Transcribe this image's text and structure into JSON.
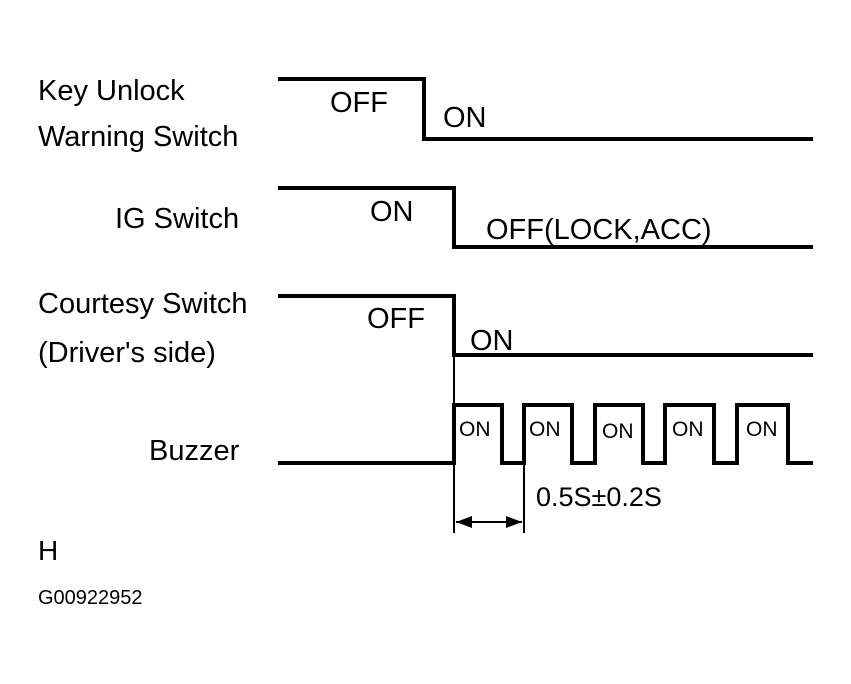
{
  "signals": [
    {
      "label_lines": [
        "Key Unlock",
        "Warning Switch"
      ],
      "states": [
        "OFF",
        "ON"
      ]
    },
    {
      "label_lines": [
        "IG Switch"
      ],
      "states": [
        "ON",
        "OFF(LOCK,ACC)"
      ]
    },
    {
      "label_lines": [
        "Courtesy Switch",
        "(Driver's side)"
      ],
      "states": [
        "OFF",
        "ON"
      ]
    },
    {
      "label_lines": [
        "Buzzer"
      ],
      "states": [
        "ON",
        "ON",
        "ON",
        "ON",
        "ON"
      ]
    }
  ],
  "timing_label": "0.5S±0.2S",
  "figure_letter": "H",
  "figure_code": "G00922952"
}
